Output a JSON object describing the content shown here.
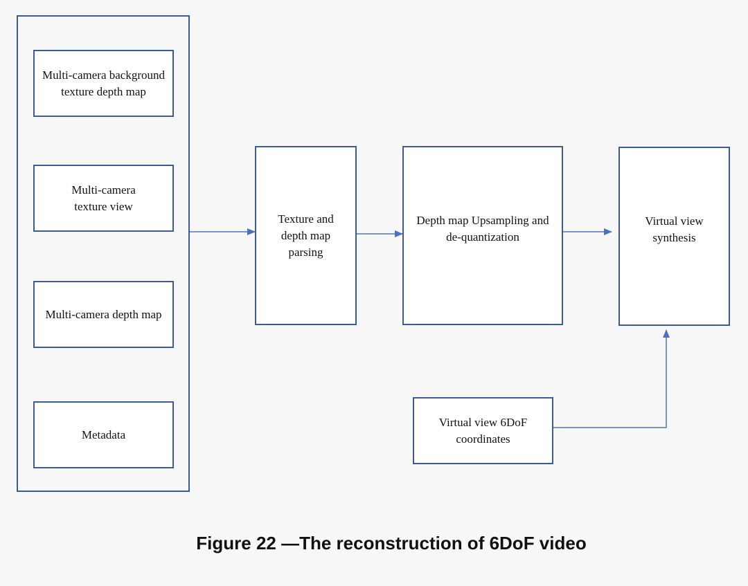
{
  "diagram": {
    "input_group": {
      "items": [
        {
          "label": "Multi-camera background texture depth map"
        },
        {
          "label": "Multi-camera texture view"
        },
        {
          "label": "Multi-camera depth map"
        },
        {
          "label": "Metadata"
        }
      ]
    },
    "parsing": {
      "label": "Texture and depth map parsing"
    },
    "upsampling": {
      "label": "Depth map Upsampling and de-quantization"
    },
    "synthesis": {
      "label": "Virtual view synthesis"
    },
    "coordinates": {
      "label": "Virtual view 6DoF coordinates"
    },
    "colors": {
      "border": "#3c5a9a",
      "arrow": "#4a72c4",
      "text": "#111111",
      "background": "#f8f8f8"
    }
  },
  "caption": "Figure 22 —The reconstruction of 6DoF video"
}
